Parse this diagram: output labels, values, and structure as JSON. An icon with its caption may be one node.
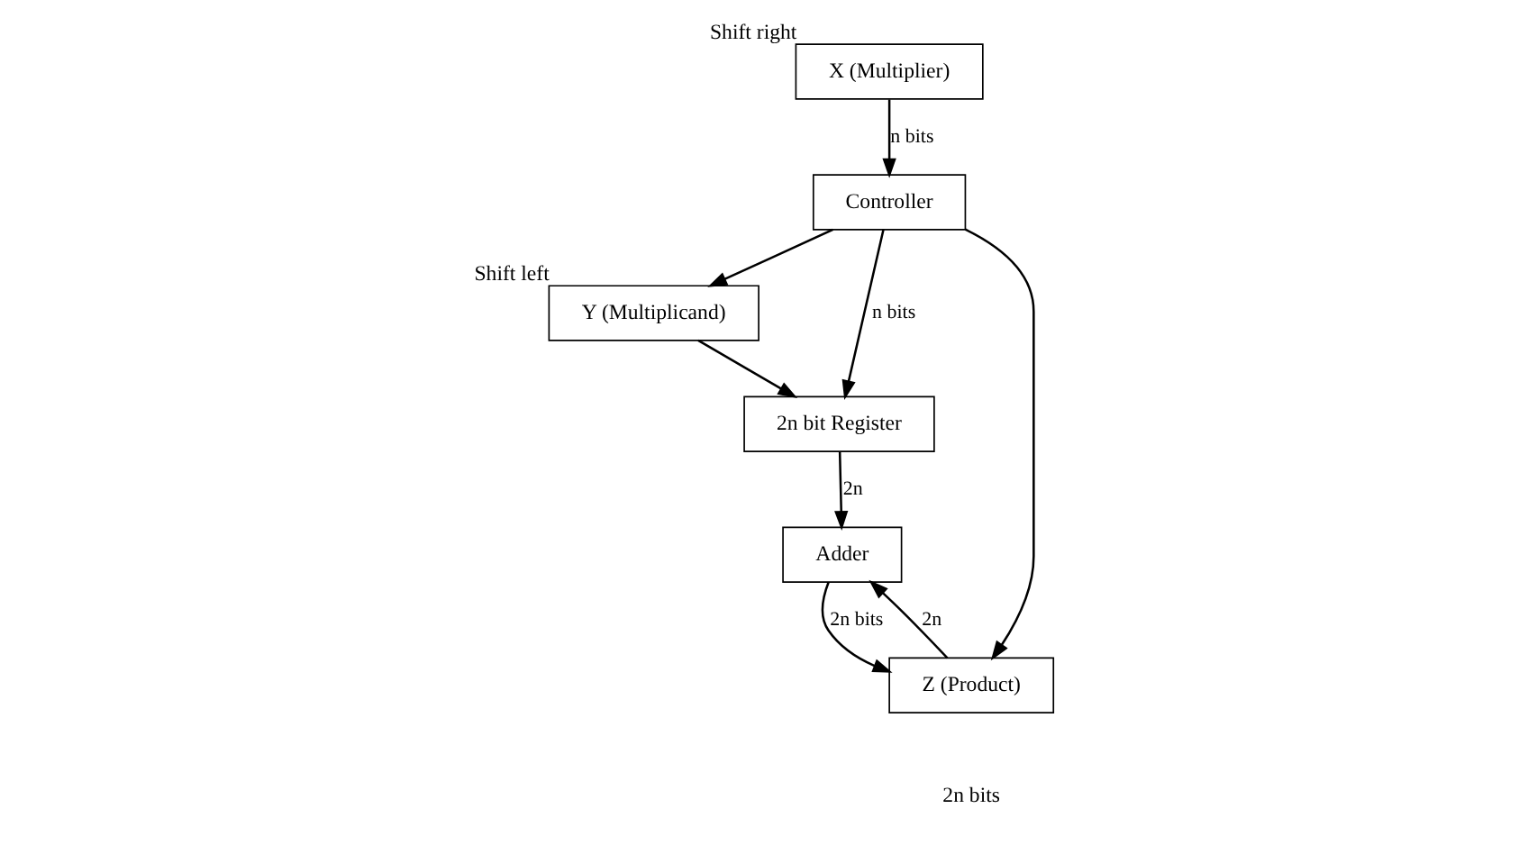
{
  "diagram": {
    "nodes": [
      {
        "text": [
          "Y (Multiplicand)"
        ],
        "beside": [
          "Shift left"
        ]
      },
      {
        "text": [
          "2n bit Register"
        ]
      },
      {
        "text": [
          "Controller"
        ]
      },
      {
        "text": [
          "Adder"
        ]
      },
      {
        "text": [
          "Z (Product)"
        ]
      },
      {
        "text": [
          "X (Multiplier)"
        ],
        "beside": [
          "Shift right"
        ]
      }
    ],
    "edges": [
      {
        "from": 0,
        "to": 1,
        "arrow": "to"
      },
      {
        "from": 2,
        "to": 0,
        "arrow": "to"
      },
      {
        "from": 2,
        "to": 1,
        "arrow": "to",
        "label": "n bits"
      },
      {
        "from": 2,
        "to": 4,
        "arrow": "to"
      },
      {
        "from": 1,
        "to": 3,
        "arrow": "to",
        "label": "2n"
      },
      {
        "from": 4,
        "to": 3,
        "arrow": "to",
        "label": "2n"
      },
      {
        "from": 3,
        "to": 4,
        "arrow": "to",
        "label": "2n bits"
      },
      {
        "from": 5,
        "to": 2,
        "arrow": "to",
        "label": "n bits"
      }
    ],
    "labels": [
      "2n bits"
    ]
  }
}
